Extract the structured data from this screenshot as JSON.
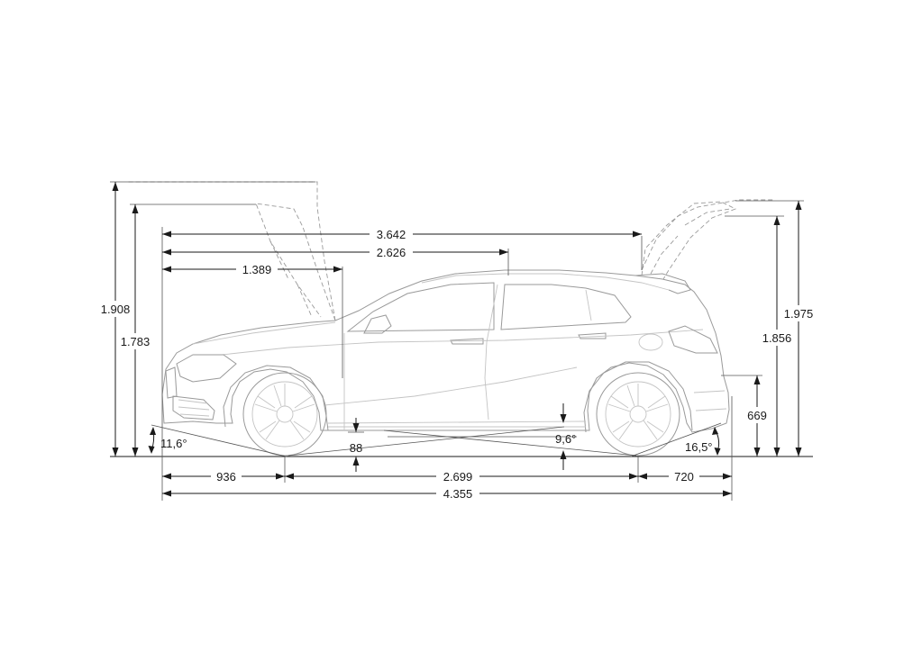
{
  "dimensions": {
    "lengths": {
      "front_to_tailgate_hinge": "3.642",
      "front_to_roof_point": "2.626",
      "front_to_hood_hinge": "1.389",
      "front_overhang": "936",
      "wheelbase": "2.699",
      "rear_overhang": "720",
      "overall_length": "4.355"
    },
    "heights": {
      "hood_open_height": "1.908",
      "vehicle_height_front": "1.783",
      "tailgate_open_height": "1.975",
      "vehicle_height_rear": "1.856",
      "loading_sill_height": "669",
      "ground_clearance": "88"
    },
    "angles": {
      "approach_angle": "11,6°",
      "ramp_breakover_angle": "9,6°",
      "departure_angle": "16,5°"
    }
  },
  "colors": {
    "dimension": "#1a1a1a",
    "vehicle_outline": "#9a9a9a"
  }
}
